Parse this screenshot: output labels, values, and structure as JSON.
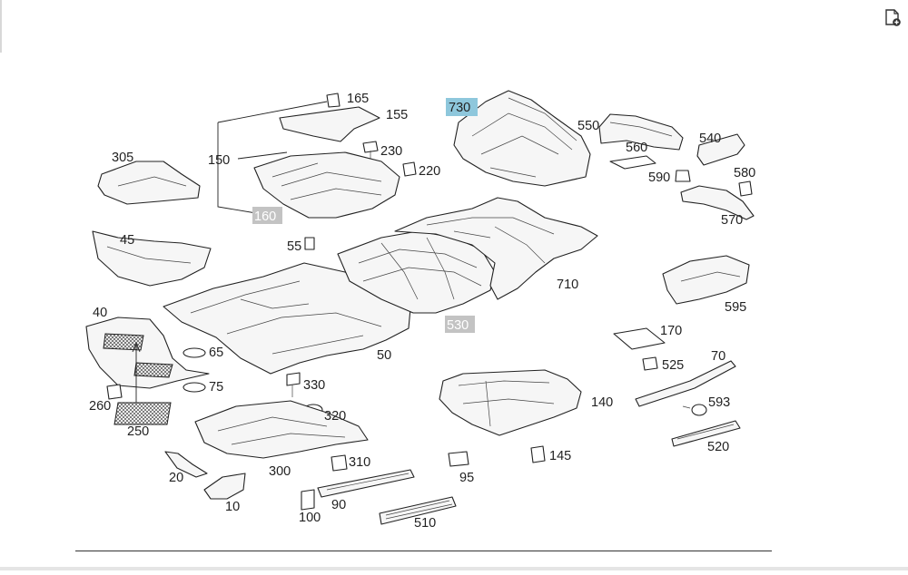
{
  "toolbar": {
    "icon": "document-add-icon"
  },
  "callouts": {
    "c10": "10",
    "c20": "20",
    "c40": "40",
    "c45": "45",
    "c50": "50",
    "c55": "55",
    "c65": "65",
    "c70": "70",
    "c75": "75",
    "c90": "90",
    "c95": "95",
    "c100": "100",
    "c140": "140",
    "c145": "145",
    "c150": "150",
    "c155": "155",
    "c160": "160",
    "c165": "165",
    "c170": "170",
    "c220": "220",
    "c230": "230",
    "c250": "250",
    "c260": "260",
    "c300": "300",
    "c305": "305",
    "c310": "310",
    "c320": "320",
    "c330": "330",
    "c510": "510",
    "c520": "520",
    "c525": "525",
    "c530": "530",
    "c540": "540",
    "c550": "550",
    "c560": "560",
    "c570": "570",
    "c580": "580",
    "c590": "590",
    "c593": "593",
    "c595": "595",
    "c710": "710",
    "c730": "730"
  },
  "highlights": {
    "blue": "#8ec7dc",
    "grey": "#c3c3c3"
  }
}
